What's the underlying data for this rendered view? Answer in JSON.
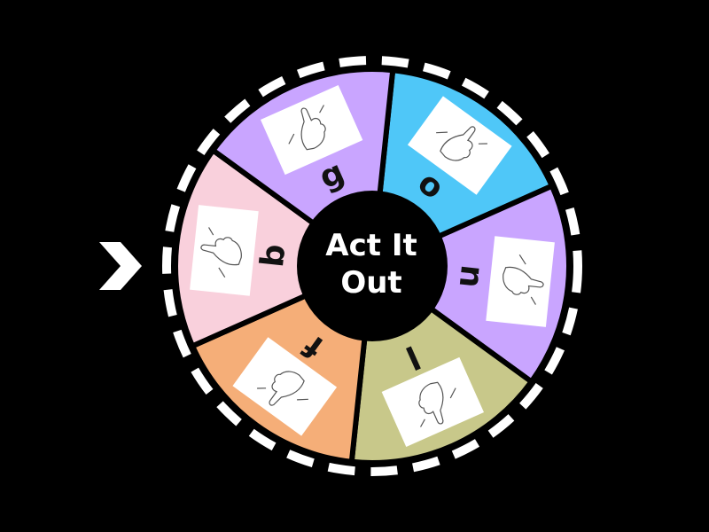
{
  "wheel": {
    "center_title_lines": [
      "Act It",
      "Out"
    ],
    "segments": [
      {
        "label": "o",
        "color": "#4fc7f8",
        "icon": "hand-sign-o-picture"
      },
      {
        "label": "n",
        "color": "#c9a5ff",
        "icon": "hand-sign-n-picture"
      },
      {
        "label": "l",
        "color": "#c8c88a",
        "icon": "hand-sign-l-picture"
      },
      {
        "label": "f",
        "color": "#f5ae78",
        "icon": "hand-sign-f-picture"
      },
      {
        "label": "b",
        "color": "#f9d0dc",
        "icon": "hand-sign-b-picture"
      },
      {
        "label": "g",
        "color": "#c9a5ff",
        "icon": "hand-sign-g-picture"
      }
    ],
    "rim_dash_color": "#ffffff",
    "divider_color": "#000000"
  },
  "pointer": {
    "icon": "chevron-right-icon",
    "color": "#ffffff"
  }
}
